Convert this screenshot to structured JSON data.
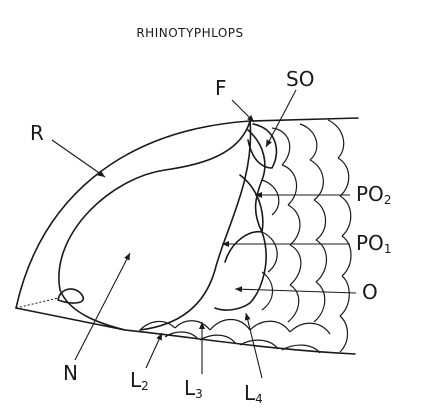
{
  "title": "RHINOTYPHLOPS",
  "labels": {
    "R": "R",
    "F": "F",
    "SO": "SO",
    "PO2_main": "PO",
    "PO2_sub": "2",
    "PO1_main": "PO",
    "PO1_sub": "1",
    "O": "O",
    "N": "N",
    "L2_main": "L",
    "L2_sub": "2",
    "L3_main": "L",
    "L3_sub": "3",
    "L4_main": "L",
    "L4_sub": "4"
  }
}
